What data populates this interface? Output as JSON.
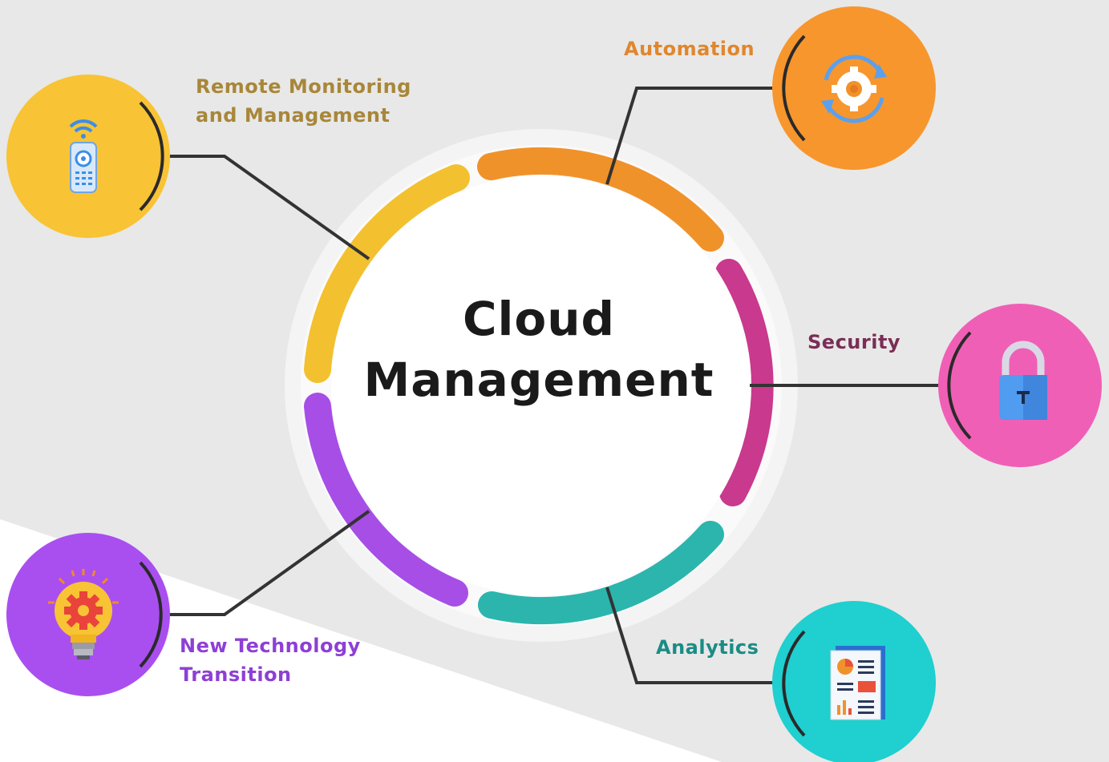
{
  "center": {
    "line1": "Cloud",
    "line2": "Management"
  },
  "nodes": [
    {
      "id": "remote",
      "line1": "Remote Monitoring",
      "line2": "and Management",
      "color": "#f8c334",
      "text_color": "#a8873a",
      "icon": "remote-control-icon"
    },
    {
      "id": "automation",
      "line1": "Automation",
      "line2": "",
      "color": "#f7962d",
      "text_color": "#e0862c",
      "icon": "gear-sync-icon"
    },
    {
      "id": "security",
      "line1": "Security",
      "line2": "",
      "color": "#f05fb6",
      "text_color": "#7a2e55",
      "icon": "padlock-icon"
    },
    {
      "id": "analytics",
      "line1": "Analytics",
      "line2": "",
      "color": "#20cfcf",
      "text_color": "#1a8c85",
      "icon": "report-icon"
    },
    {
      "id": "newtech",
      "line1": "New Technology",
      "line2": "Transition",
      "color": "#a94ff0",
      "text_color": "#8e3fd6",
      "icon": "lightbulb-gear-icon"
    }
  ],
  "ring_colors": {
    "yellow": "#f3c12f",
    "orange": "#f0922a",
    "pink": "#c9398d",
    "teal": "#2bb5ad",
    "purple": "#a64ee6"
  }
}
